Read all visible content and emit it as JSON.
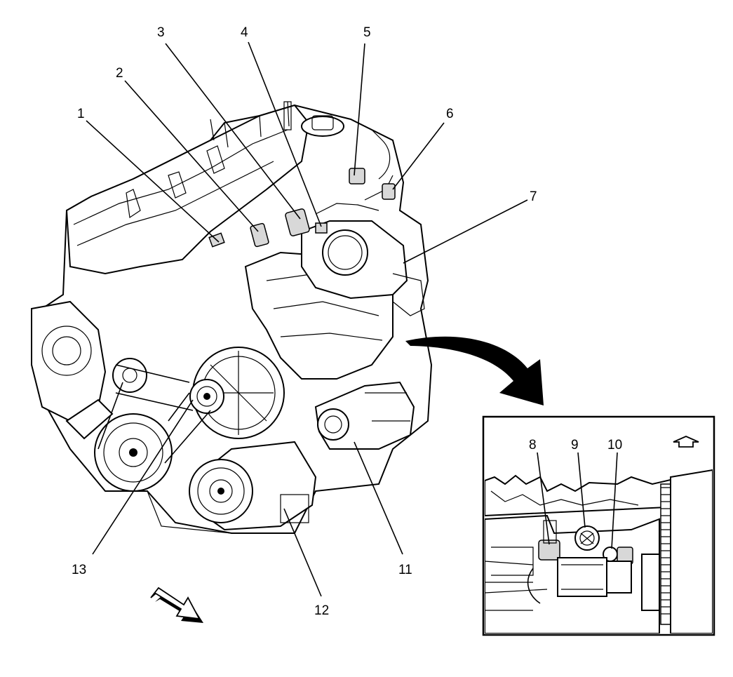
{
  "callouts": {
    "c1": "1",
    "c2": "2",
    "c3": "3",
    "c4": "4",
    "c5": "5",
    "c6": "6",
    "c7": "7",
    "c8": "8",
    "c9": "9",
    "c10": "10",
    "c11": "11",
    "c12": "12",
    "c13": "13"
  },
  "colors": {
    "line": "#000000",
    "background": "#ffffff",
    "shade": "#d8d8d8"
  },
  "icons": {
    "view_direction": "view-direction-arrow-icon",
    "inset_view": "inset-view-arrow-icon",
    "inset_marker": "inset-orientation-arrow-icon"
  }
}
